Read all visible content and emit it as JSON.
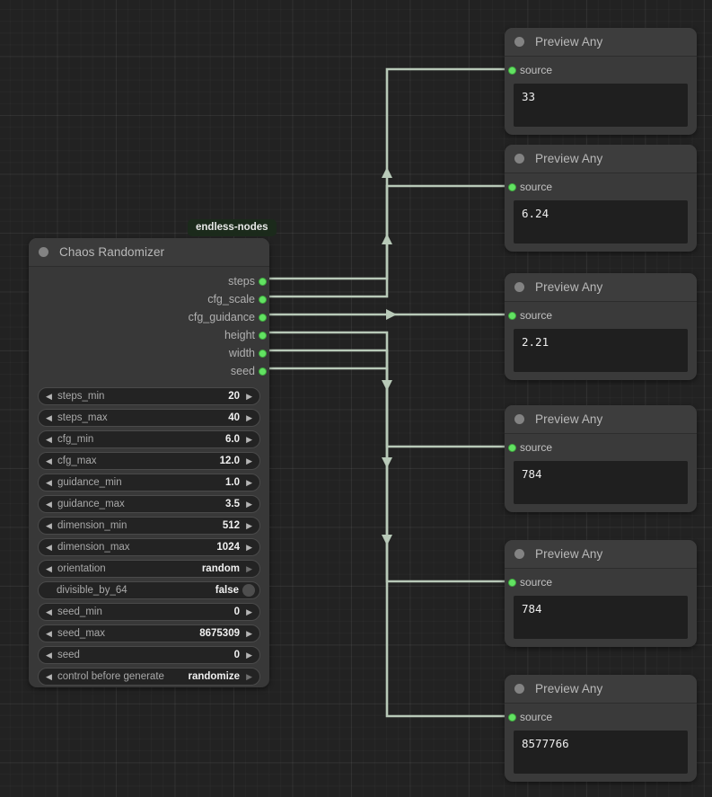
{
  "canvas": {
    "background_color": "#222222",
    "grid_line_color": "#2b2b2b",
    "link_color": "#b8c9b8",
    "port_color": "#62e262"
  },
  "badge": {
    "label": "endless-nodes"
  },
  "randomizer_node": {
    "title": "Chaos Randomizer",
    "collapse_icon": "circle-icon",
    "outputs": [
      {
        "label": "steps"
      },
      {
        "label": "cfg_scale"
      },
      {
        "label": "cfg_guidance"
      },
      {
        "label": "height"
      },
      {
        "label": "width"
      },
      {
        "label": "seed"
      }
    ],
    "widgets": [
      {
        "type": "number",
        "label": "steps_min",
        "value": "20"
      },
      {
        "type": "number",
        "label": "steps_max",
        "value": "40"
      },
      {
        "type": "number",
        "label": "cfg_min",
        "value": "6.0"
      },
      {
        "type": "number",
        "label": "cfg_max",
        "value": "12.0"
      },
      {
        "type": "number",
        "label": "guidance_min",
        "value": "1.0"
      },
      {
        "type": "number",
        "label": "guidance_max",
        "value": "3.5"
      },
      {
        "type": "number",
        "label": "dimension_min",
        "value": "512"
      },
      {
        "type": "number",
        "label": "dimension_max",
        "value": "1024"
      },
      {
        "type": "combo",
        "label": "orientation",
        "value": "random"
      },
      {
        "type": "boolean",
        "label": "divisible_by_64",
        "value": "false"
      },
      {
        "type": "number",
        "label": "seed_min",
        "value": "0"
      },
      {
        "type": "number",
        "label": "seed_max",
        "value": "8675309"
      },
      {
        "type": "number",
        "label": "seed",
        "value": "0"
      },
      {
        "type": "control",
        "label": "control before generate",
        "value": "randomize"
      }
    ],
    "arrow_left_icon": "triangle-left-icon",
    "arrow_right_icon": "triangle-right-icon"
  },
  "preview_nodes": [
    {
      "title": "Preview Any",
      "input_label": "source",
      "value": "33"
    },
    {
      "title": "Preview Any",
      "input_label": "source",
      "value": "6.24"
    },
    {
      "title": "Preview Any",
      "input_label": "source",
      "value": "2.21"
    },
    {
      "title": "Preview Any",
      "input_label": "source",
      "value": "784"
    },
    {
      "title": "Preview Any",
      "input_label": "source",
      "value": "784"
    },
    {
      "title": "Preview Any",
      "input_label": "source",
      "value": "8577766"
    }
  ]
}
